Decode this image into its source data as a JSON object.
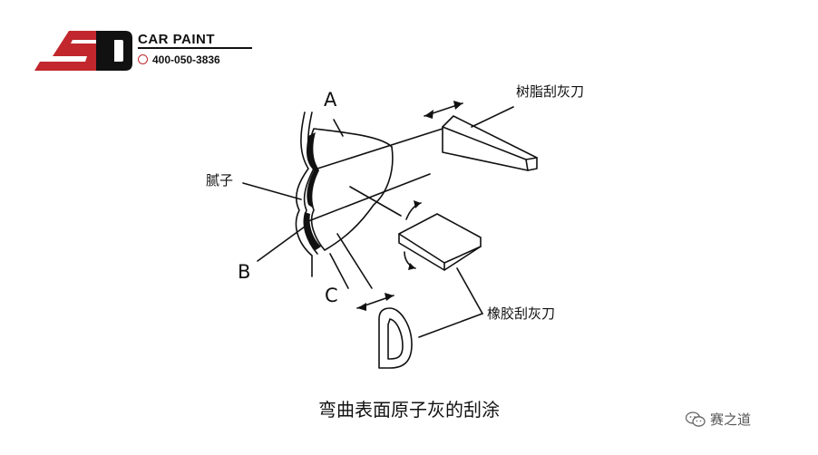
{
  "logo": {
    "mark": "SD",
    "brand": "CAR PAINT",
    "phone": "400-050-3836",
    "accent": "#c1272d"
  },
  "labels": {
    "A": "A",
    "B": "B",
    "C": "C",
    "putty": "腻子",
    "resin_scraper": "树脂刮灰刀",
    "rubber_scraper": "橡胶刮灰刀"
  },
  "caption": "弯曲表面原子灰的刮涂",
  "watermark": {
    "icon": "wechat-icon",
    "text": "赛之道"
  }
}
